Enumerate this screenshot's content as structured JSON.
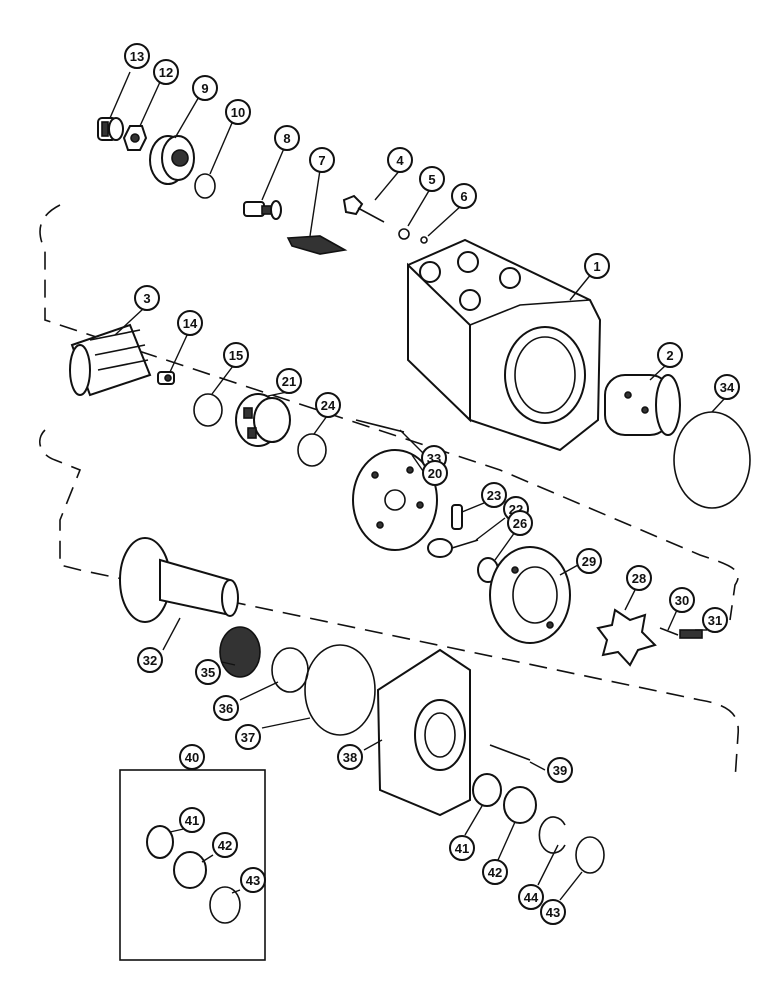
{
  "diagram": {
    "type": "exploded-parts-view",
    "callouts": [
      {
        "id": "c1",
        "label": "1"
      },
      {
        "id": "c2",
        "label": "2"
      },
      {
        "id": "c3",
        "label": "3"
      },
      {
        "id": "c4",
        "label": "4"
      },
      {
        "id": "c5",
        "label": "5"
      },
      {
        "id": "c6",
        "label": "6"
      },
      {
        "id": "c7",
        "label": "7"
      },
      {
        "id": "c8",
        "label": "8"
      },
      {
        "id": "c9",
        "label": "9"
      },
      {
        "id": "c10",
        "label": "10"
      },
      {
        "id": "c12",
        "label": "12"
      },
      {
        "id": "c13",
        "label": "13"
      },
      {
        "id": "c14",
        "label": "14"
      },
      {
        "id": "c15",
        "label": "15"
      },
      {
        "id": "c20",
        "label": "20"
      },
      {
        "id": "c21",
        "label": "21"
      },
      {
        "id": "c22",
        "label": "22"
      },
      {
        "id": "c23",
        "label": "23"
      },
      {
        "id": "c24",
        "label": "24"
      },
      {
        "id": "c26",
        "label": "26"
      },
      {
        "id": "c28",
        "label": "28"
      },
      {
        "id": "c29",
        "label": "29"
      },
      {
        "id": "c30",
        "label": "30"
      },
      {
        "id": "c31",
        "label": "31"
      },
      {
        "id": "c32",
        "label": "32"
      },
      {
        "id": "c33",
        "label": "33"
      },
      {
        "id": "c34",
        "label": "34"
      },
      {
        "id": "c35",
        "label": "35"
      },
      {
        "id": "c36",
        "label": "36"
      },
      {
        "id": "c37",
        "label": "37"
      },
      {
        "id": "c38",
        "label": "38"
      },
      {
        "id": "c39",
        "label": "39"
      },
      {
        "id": "c40",
        "label": "40"
      },
      {
        "id": "c41a",
        "label": "41"
      },
      {
        "id": "c42a",
        "label": "42"
      },
      {
        "id": "c43a",
        "label": "43"
      },
      {
        "id": "c41b",
        "label": "41"
      },
      {
        "id": "c42b",
        "label": "42"
      },
      {
        "id": "c43b",
        "label": "43"
      },
      {
        "id": "c44",
        "label": "44"
      }
    ]
  }
}
